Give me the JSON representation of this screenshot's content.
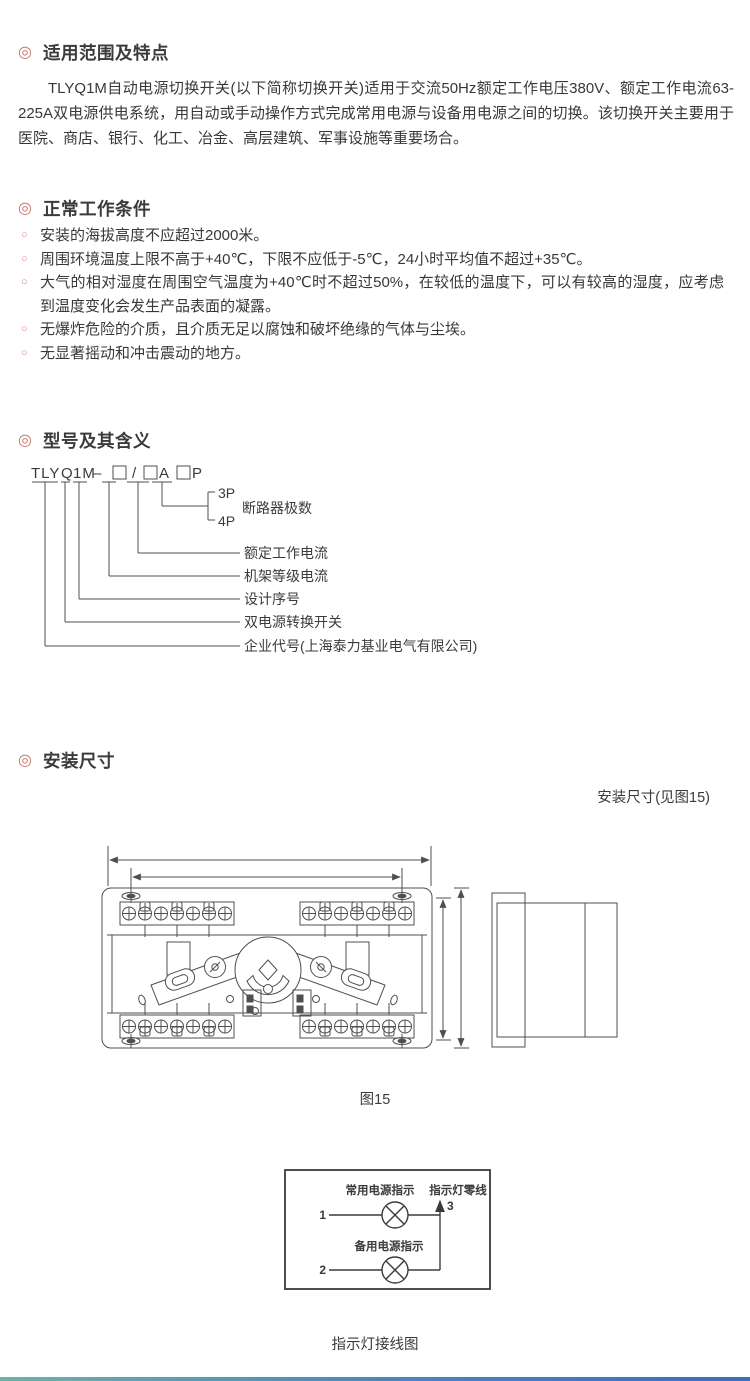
{
  "icons": {
    "section_marker": "◎",
    "item_marker": "○"
  },
  "colors": {
    "accent": "#c4756b",
    "text": "#3b3b3b",
    "line": "#4f4f4f"
  },
  "sections": {
    "scope": {
      "title": "适用范围及特点",
      "body": "TLYQ1M自动电源切换开关(以下简称切换开关)适用于交流50Hz额定工作电压380V、额定工作电流63-225A双电源供电系统，用自动或手动操作方式完成常用电源与设备用电源之间的切换。该切换开关主要用于医院、商店、银行、化工、冶金、高层建筑、军事设施等重要场合。"
    },
    "conditions": {
      "title": "正常工作条件",
      "items": [
        "安装的海拔高度不应超过2000米。",
        "周围环境温度上限不高于+40℃，下限不应低于-5℃，24小时平均值不超过+35℃。",
        "大气的相对湿度在周围空气温度为+40℃时不超过50%，在较低的温度下，可以有较高的湿度，应考虑到温度变化会发生产品表面的凝露。",
        "无爆炸危险的介质，且介质无足以腐蚀和破坏绝缘的气体与尘埃。",
        "无显著摇动和冲击震动的地方。"
      ]
    },
    "model": {
      "title": "型号及其含义",
      "code": {
        "company": "TLY",
        "type": "Q",
        "design": "1M",
        "dash": "–",
        "slash": "/",
        "suffix_a": "A",
        "suffix_p": "P"
      },
      "labels": {
        "poles_3p": "3P",
        "poles_4p": "4P",
        "poles": "断路器极数",
        "rated_current": "额定工作电流",
        "frame_current": "机架等级电流",
        "design_no": "设计序号",
        "dual_switch": "双电源转换开关",
        "company_code": "企业代号(上海泰力基业电气有限公司)"
      }
    },
    "dimensions": {
      "title": "安装尺寸",
      "note": "安装尺寸(见图15)",
      "figure_caption": "图15"
    },
    "wiring": {
      "labels": {
        "normal": "常用电源指示",
        "neutral": "指示灯零线",
        "reserve": "备用电源指示",
        "t1": "1",
        "t2": "2",
        "t3": "3"
      },
      "caption": "指示灯接线图"
    }
  }
}
